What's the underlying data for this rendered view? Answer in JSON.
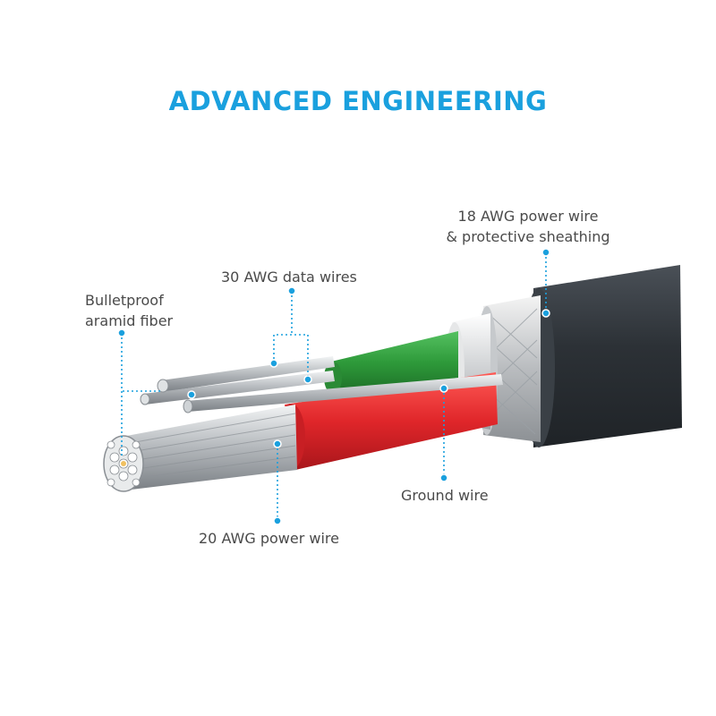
{
  "title": "ADVANCED ENGINEERING",
  "labels": {
    "aramid": [
      "Bulletproof",
      "aramid fiber"
    ],
    "data_wires": "30 AWG data wires",
    "sheathing": [
      "18 AWG power wire",
      "& protective sheathing"
    ],
    "ground": "Ground wire",
    "power20": "20 AWG power wire"
  },
  "colors": {
    "accent": "#1aa0de",
    "jacket": "#2f3439",
    "green_insulation": "#2e9a3a",
    "red_insulation": "#e0262a",
    "label_text": "#4a4a4a"
  }
}
